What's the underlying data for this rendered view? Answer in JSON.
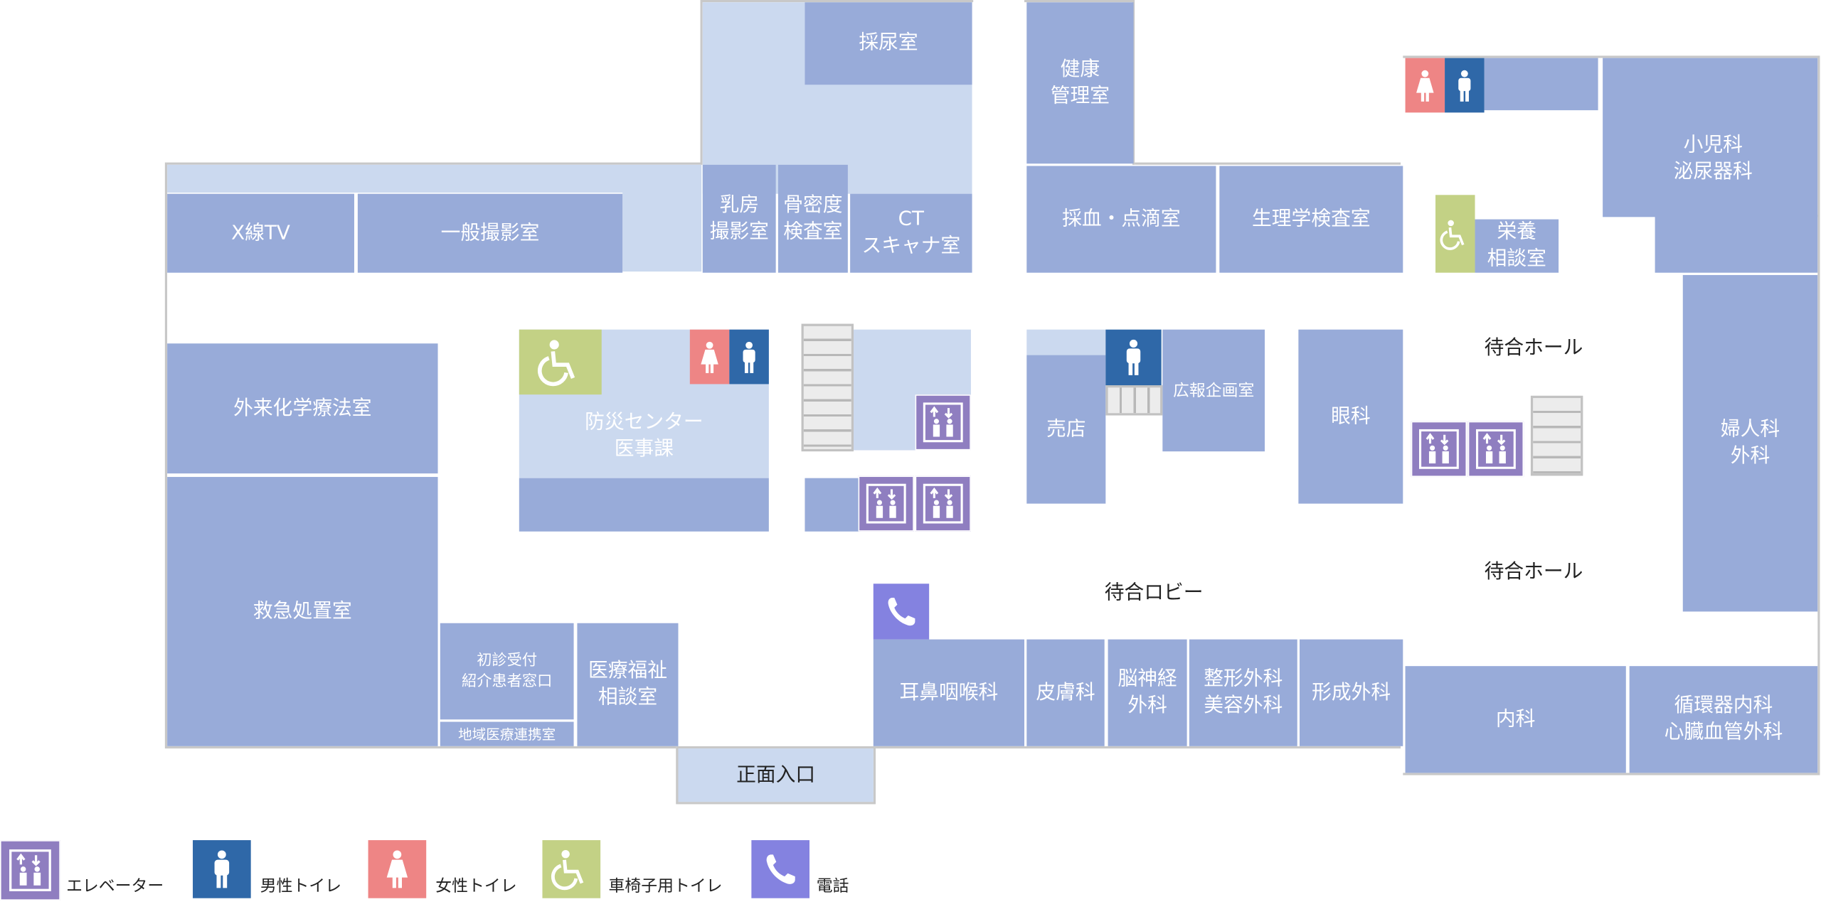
{
  "rooms": {
    "saiyo": "採尿室",
    "kenko": "健康\n管理室",
    "xray_tv": "X線TV",
    "ippan": "一般撮影室",
    "nyubo": "乳房\n撮影室",
    "kotsumitsudo": "骨密度\n検査室",
    "ct": "CT\nスキャナ室",
    "saiketsu": "採血・点滴室",
    "seiri": "生理学検査室",
    "eiyo": "栄養\n相談室",
    "shoni": "小児科\n泌尿器科",
    "gairai_kagaku": "外来化学療法室",
    "bosai": "防災センター\n医事課",
    "baiten": "売店",
    "koho": "広報企画室",
    "ganka": "眼科",
    "fujin": "婦人科\n外科",
    "kyukyu": "救急処置室",
    "shoshin": "初診受付\n紹介患者窓口",
    "chiiki": "地域医療連携室",
    "iryo_fukushi": "医療福祉\n相談室",
    "shomen": "正面入口",
    "jibi": "耳鼻咽喉科",
    "hifu": "皮膚科",
    "noshinkei": "脳神経\n外科",
    "seikei": "整形外科\n美容外科",
    "keisei": "形成外科",
    "naika": "内科",
    "junkanki": "循環器内科\n心臓血管外科"
  },
  "areas": {
    "machiai_hall_top": "待合ホール",
    "machiai_hall_bottom": "待合ホール",
    "machiai_lobby": "待合ロビー"
  },
  "legend": {
    "elevator": "エレベーター",
    "male_toilet": "男性トイレ",
    "female_toilet": "女性トイレ",
    "wheelchair_toilet": "車椅子用トイレ",
    "phone": "電話"
  },
  "colors": {
    "room": "#98abd9",
    "corridor": "#cbd9ef",
    "elevator": "#8f7ec0",
    "male_toilet": "#2f68a8",
    "female_toilet": "#ee8585",
    "wheelchair_toilet": "#c3d185",
    "phone": "#8482e0"
  }
}
